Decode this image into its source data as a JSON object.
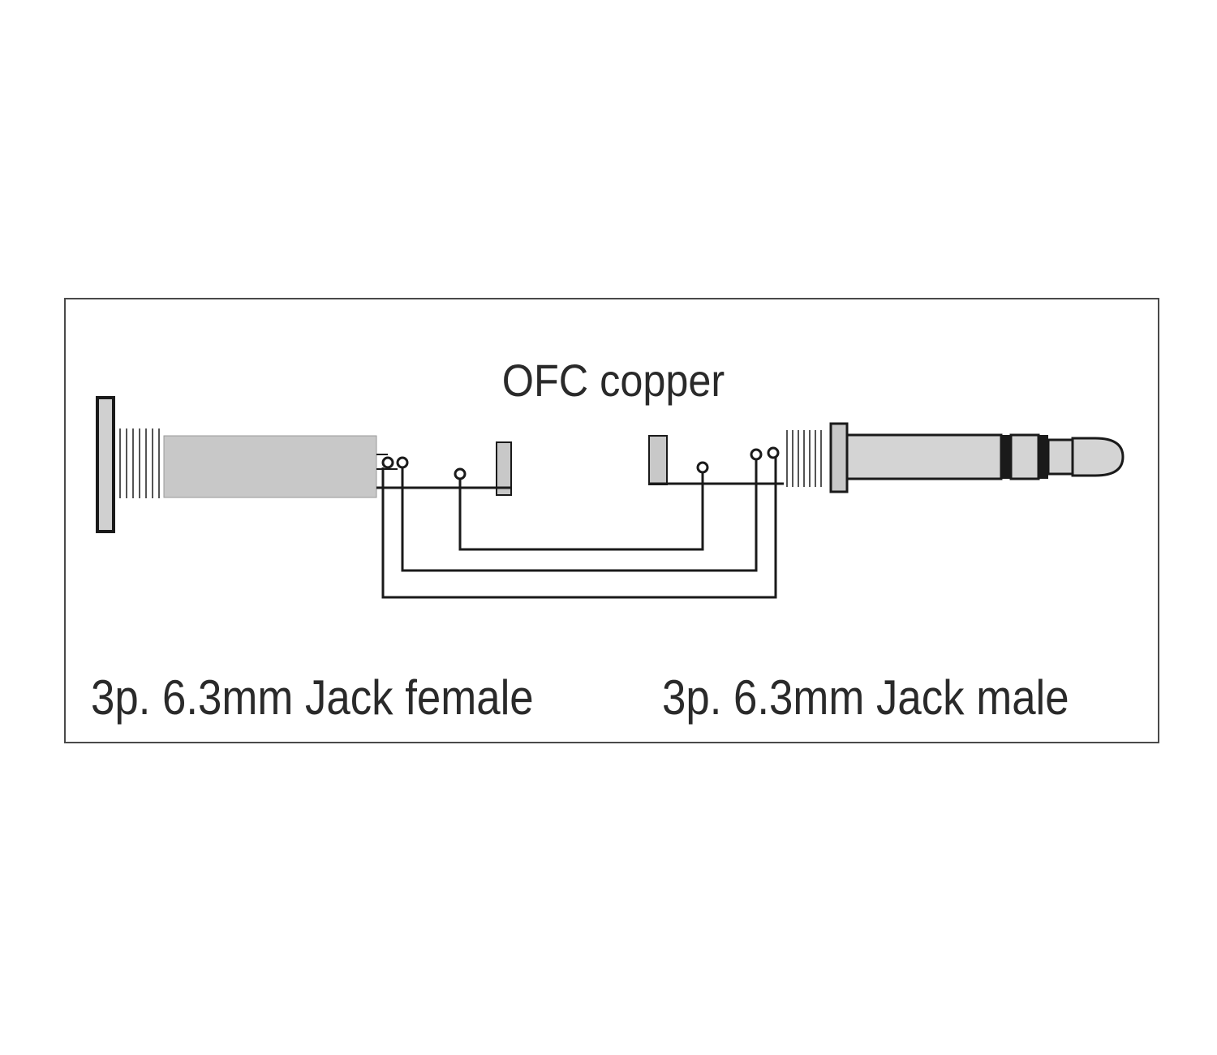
{
  "diagram": {
    "title": "OFC copper",
    "left_connector_label": "3p. 6.3mm Jack female",
    "right_connector_label": "3p. 6.3mm Jack male"
  },
  "colors": {
    "line": "#1a1a1a",
    "connector_body": "#c8c8c8",
    "frame": "#4a4a4a"
  }
}
